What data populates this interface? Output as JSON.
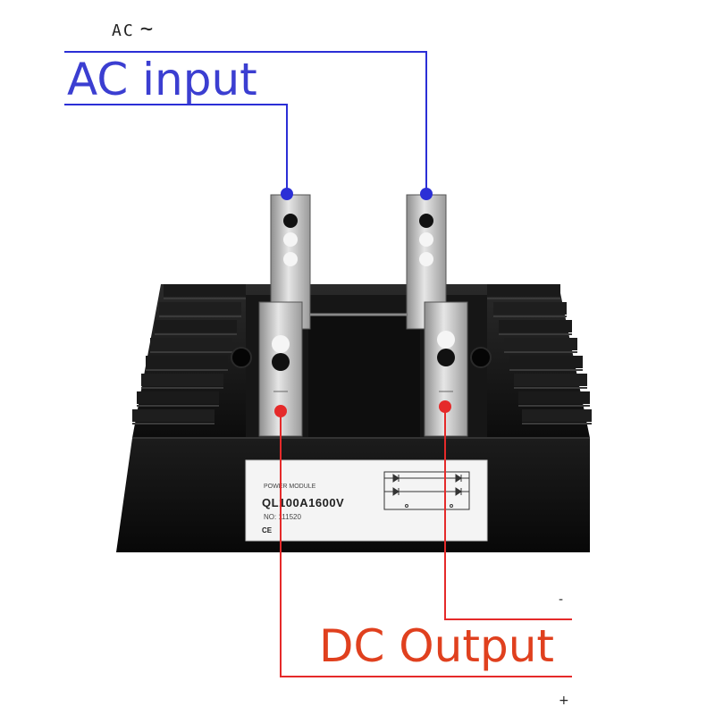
{
  "ac_header": {
    "label": "AC",
    "symbol": "∼"
  },
  "ac_input_label": "AC input",
  "dc_output_label": "DC Output",
  "module_label": {
    "line1": "POWER MODULE",
    "model": "QL100A1600V",
    "serial": "NO: 111520",
    "mark": "CE"
  },
  "dc_signs": {
    "negative": "-",
    "positive": "+"
  },
  "colors": {
    "ac_wire": "#2b2fd6",
    "ac_text": "#3b3ed1",
    "dc_wire": "#e52a2a",
    "dc_text": "#e0401e",
    "body": "#121212",
    "terminal": "#b8b8b8",
    "label_bg": "#f4f4f4"
  }
}
